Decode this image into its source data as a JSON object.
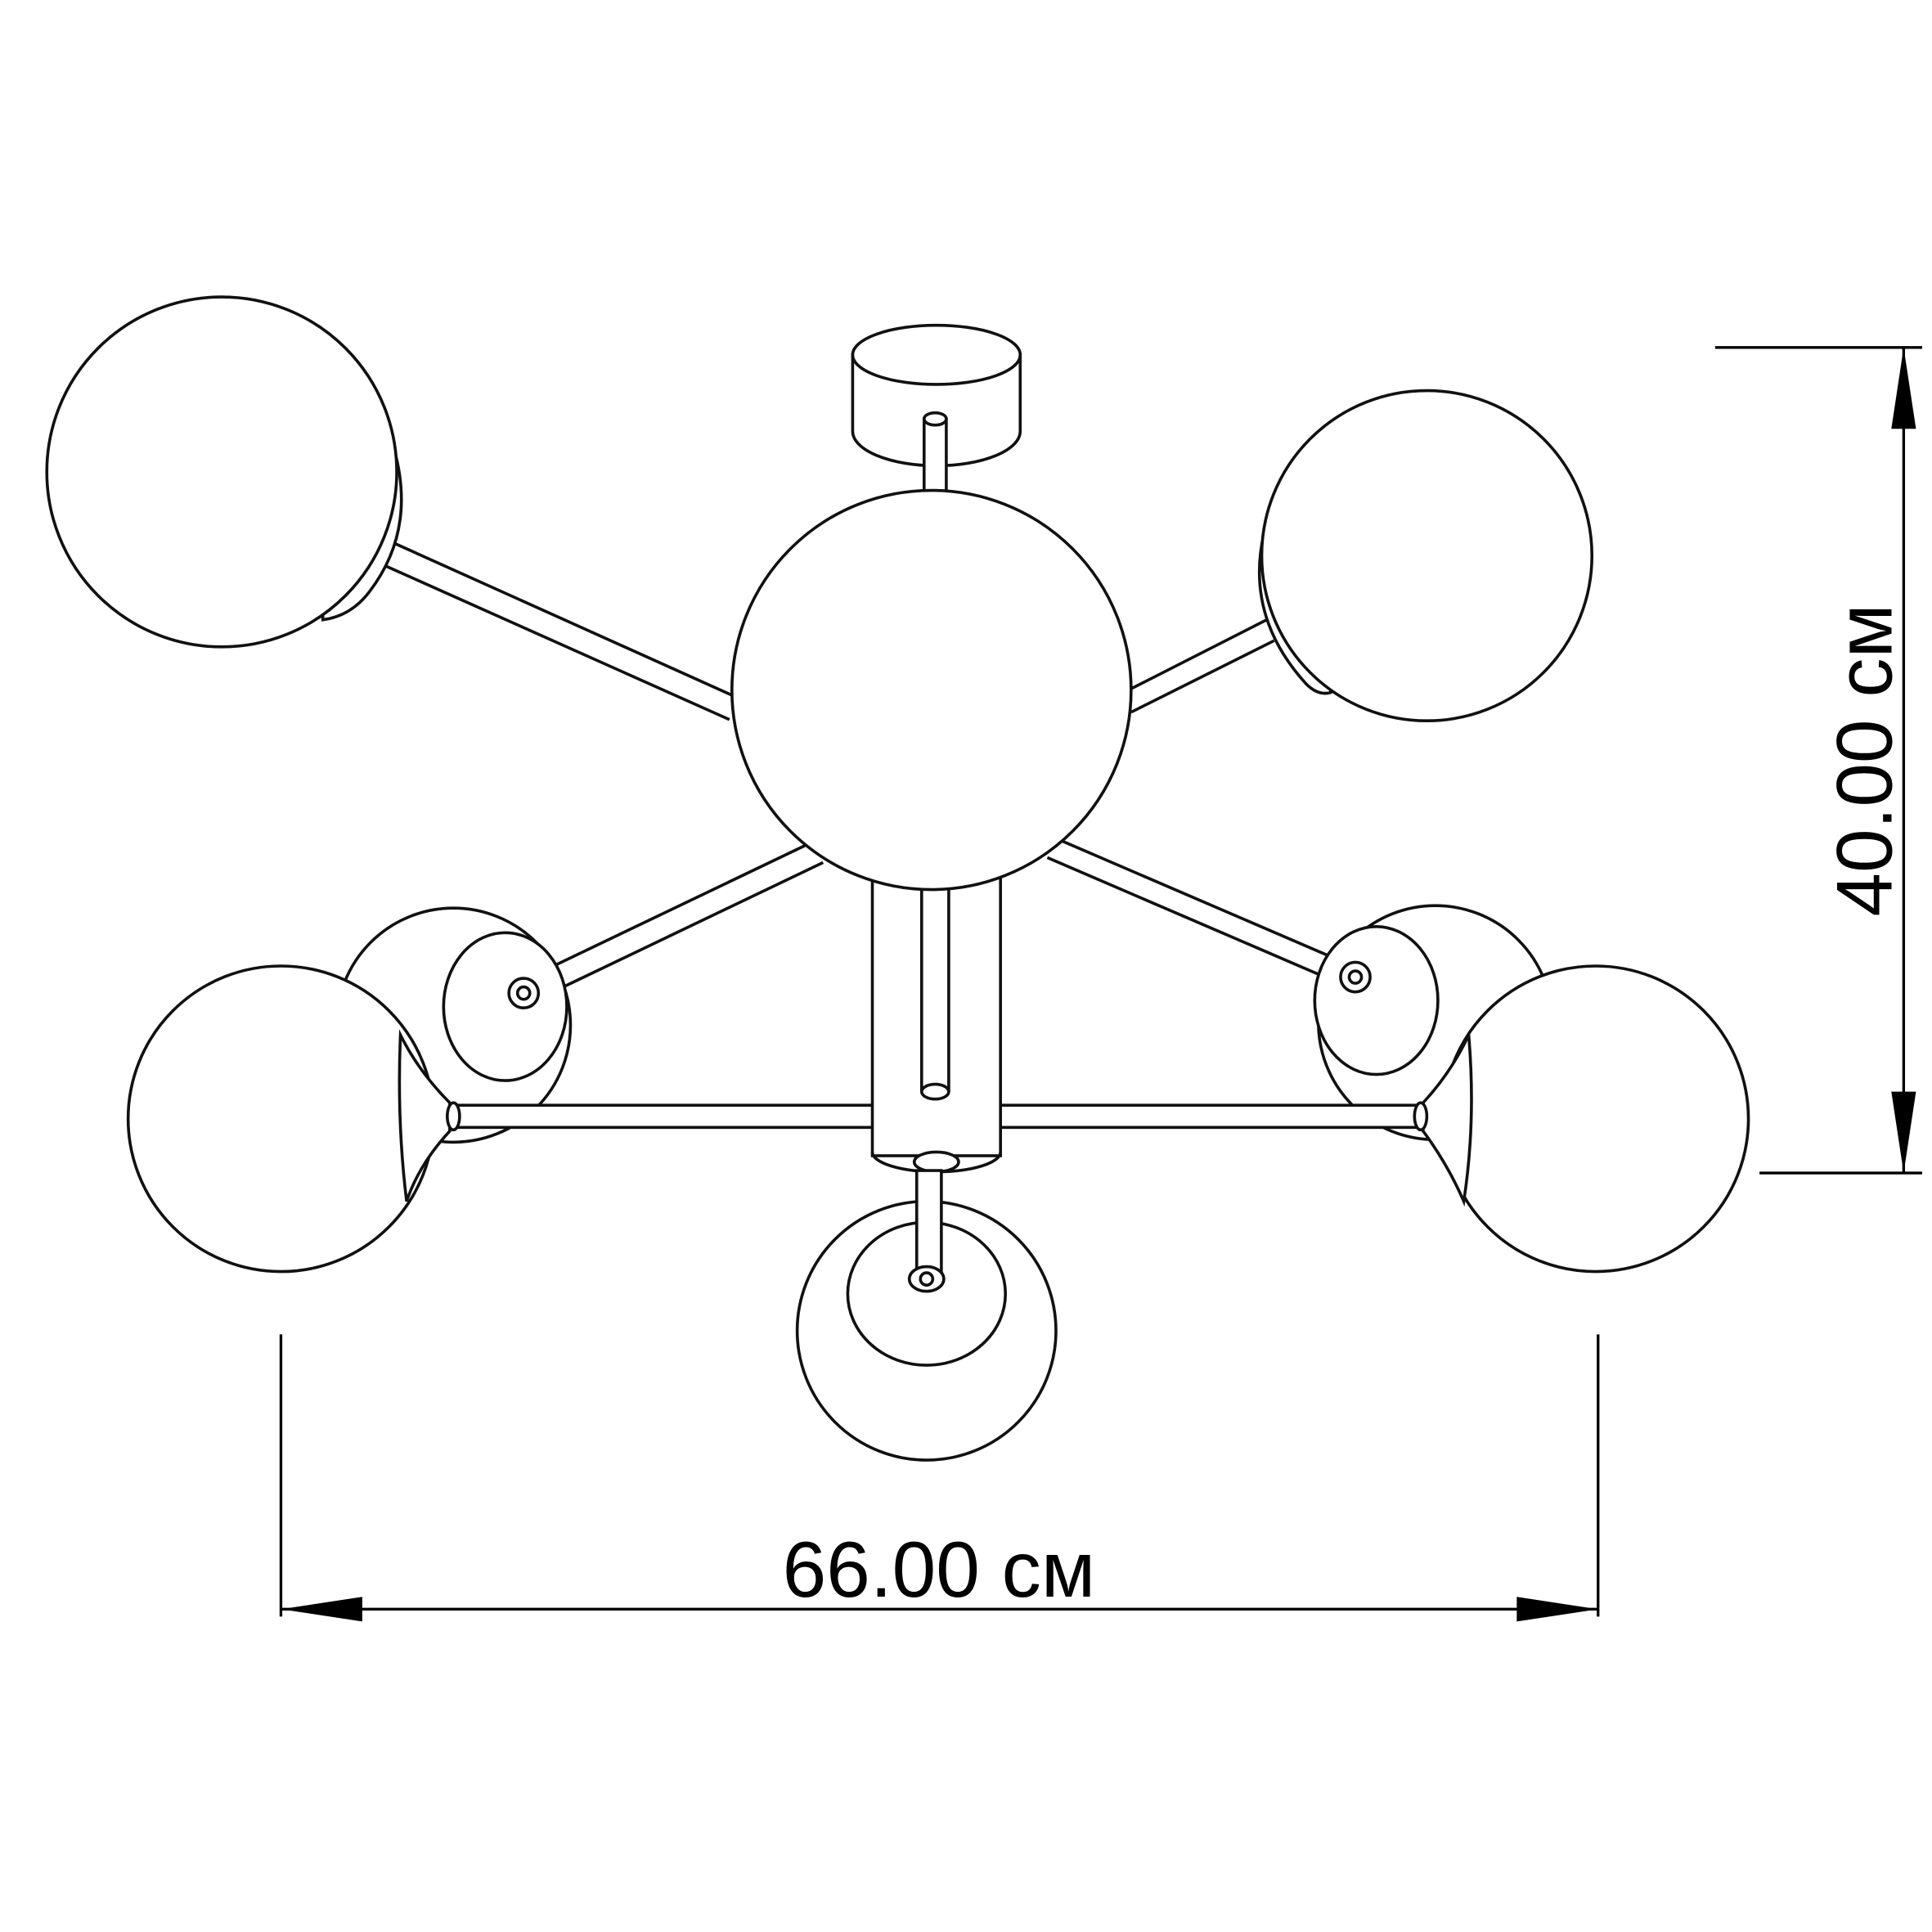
{
  "drawing": {
    "subject": "chandelier",
    "width_dimension": {
      "label": "66.00 см",
      "value": 66.0,
      "unit": "см"
    },
    "height_dimension": {
      "label": "40.00 см",
      "value": 40.0,
      "unit": "см"
    },
    "colors": {
      "line": "#111111",
      "background": "#ffffff"
    }
  }
}
